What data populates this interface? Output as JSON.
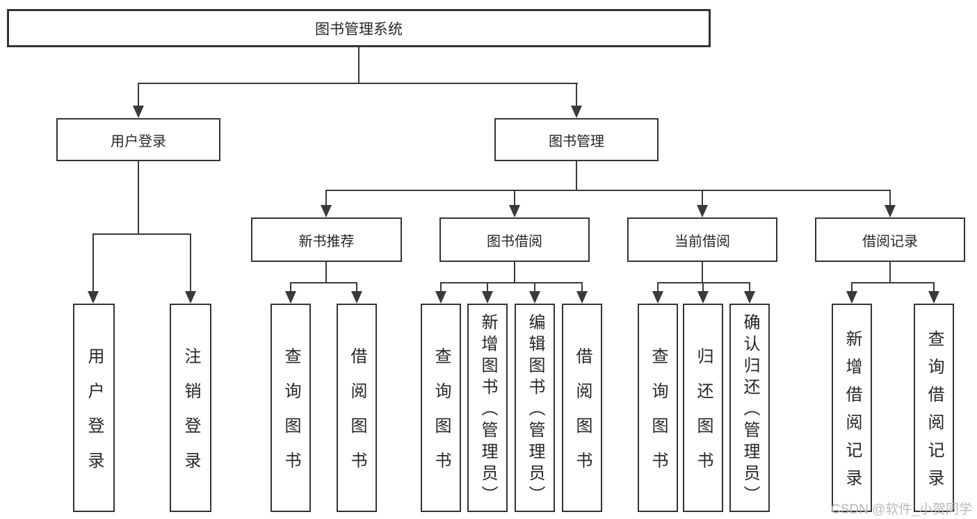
{
  "nodes": {
    "root": {
      "label": "图书管理系统"
    },
    "level2": [
      {
        "label": "用户登录"
      },
      {
        "label": "图书管理"
      }
    ],
    "level3": [
      {
        "label": "新书推荐",
        "parent": "图书管理"
      },
      {
        "label": "图书借阅",
        "parent": "图书管理"
      },
      {
        "label": "当前借阅",
        "parent": "图书管理"
      },
      {
        "label": "借阅记录",
        "parent": "图书管理"
      }
    ],
    "leaves": [
      {
        "label": "用户登录",
        "parent": "用户登录"
      },
      {
        "label": "注销登录",
        "parent": "用户登录"
      },
      {
        "label": "查询图书",
        "parent": "新书推荐"
      },
      {
        "label": "借阅图书",
        "parent": "新书推荐"
      },
      {
        "label": "查询图书",
        "parent": "图书借阅"
      },
      {
        "label": "新增图书（管理员）",
        "parent": "图书借阅"
      },
      {
        "label": "编辑图书（管理员）",
        "parent": "图书借阅"
      },
      {
        "label": "借阅图书",
        "parent": "图书借阅"
      },
      {
        "label": "查询图书",
        "parent": "当前借阅"
      },
      {
        "label": "归还图书",
        "parent": "当前借阅"
      },
      {
        "label": "确认归还（管理员）",
        "parent": "当前借阅"
      },
      {
        "label": "新增借阅记录",
        "parent": "借阅记录"
      },
      {
        "label": "查询借阅记录",
        "parent": "借阅记录"
      }
    ]
  },
  "watermark": {
    "text": "CSDN @软件_小贺同学",
    "color": "#b8b8b8"
  },
  "colors": {
    "line": "#3a3a3a",
    "border": "#333333",
    "background": "#ffffff",
    "text": "#262626"
  }
}
